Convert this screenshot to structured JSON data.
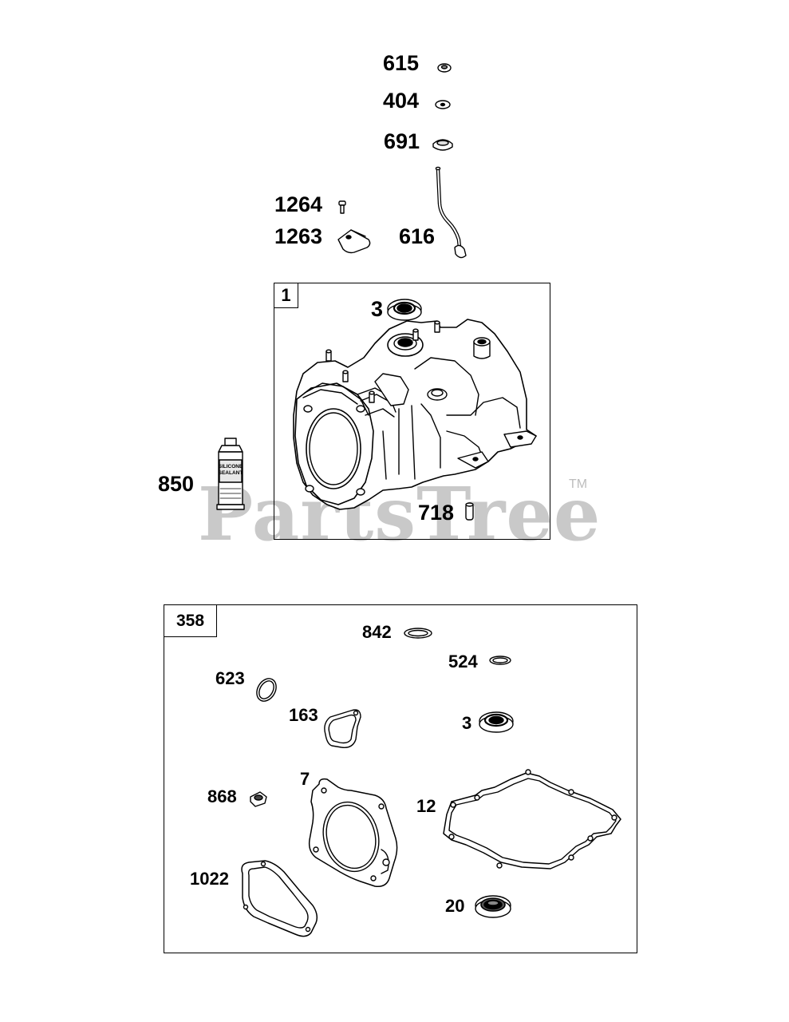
{
  "watermark": {
    "text": "PartsTree",
    "trademark": "TM"
  },
  "top_parts": {
    "p615": "615",
    "p404": "404",
    "p691": "691",
    "p1264": "1264",
    "p1263": "1263",
    "p616": "616",
    "p850": "850",
    "sealant_line1": "SILICONE",
    "sealant_line2": "SEALANT"
  },
  "assembly_1": {
    "tag": "1",
    "p3": "3",
    "p718": "718"
  },
  "gasket_set": {
    "tag": "358",
    "p842": "842",
    "p524": "524",
    "p623": "623",
    "p163": "163",
    "p3": "3",
    "p868": "868",
    "p7": "7",
    "p12": "12",
    "p1022": "1022",
    "p20": "20"
  }
}
